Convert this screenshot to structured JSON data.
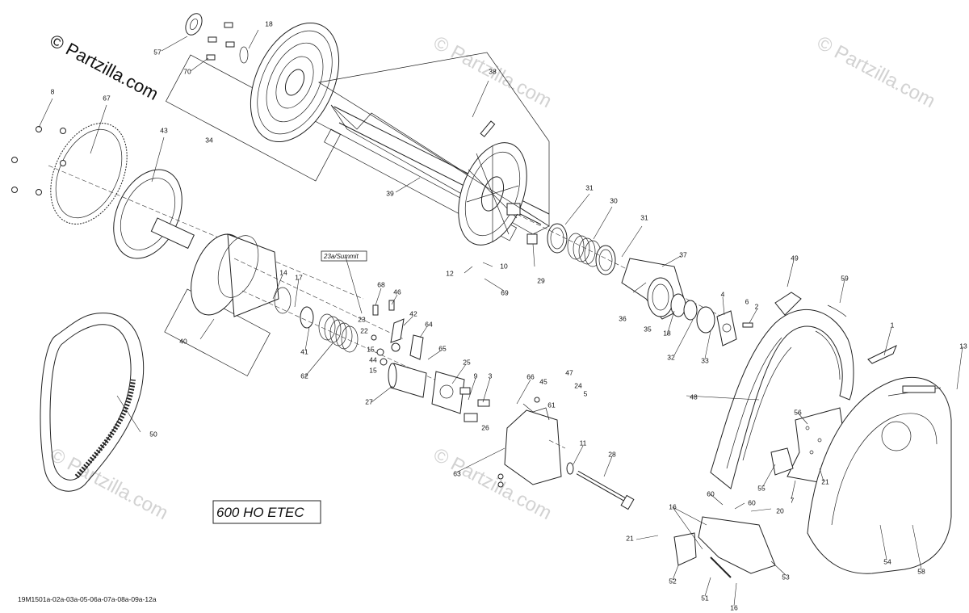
{
  "copyright": "© Partzilla.com",
  "watermark": "© Partzilla.com",
  "model_label": "600 HO ETEC",
  "reference_code": "19M1501a-02a-03a-05-06a-07a-08a-09a-12a",
  "variant_note": "23a/Summit",
  "callouts": [
    "1",
    "2",
    "3",
    "4",
    "5",
    "6",
    "7",
    "8",
    "9",
    "10",
    "11",
    "12",
    "13",
    "14",
    "15",
    "15",
    "16",
    "16",
    "17",
    "18",
    "18",
    "20",
    "21",
    "21",
    "22",
    "23",
    "24",
    "25",
    "26",
    "27",
    "28",
    "29",
    "30",
    "31",
    "31",
    "32",
    "33",
    "34",
    "35",
    "36",
    "37",
    "38",
    "39",
    "40",
    "41",
    "42",
    "43",
    "44",
    "45",
    "46",
    "47",
    "48",
    "49",
    "50",
    "51",
    "52",
    "53",
    "54",
    "55",
    "56",
    "57",
    "58",
    "59",
    "60",
    "60",
    "61",
    "62",
    "63",
    "64",
    "65",
    "66",
    "67",
    "68",
    "69",
    "70"
  ]
}
